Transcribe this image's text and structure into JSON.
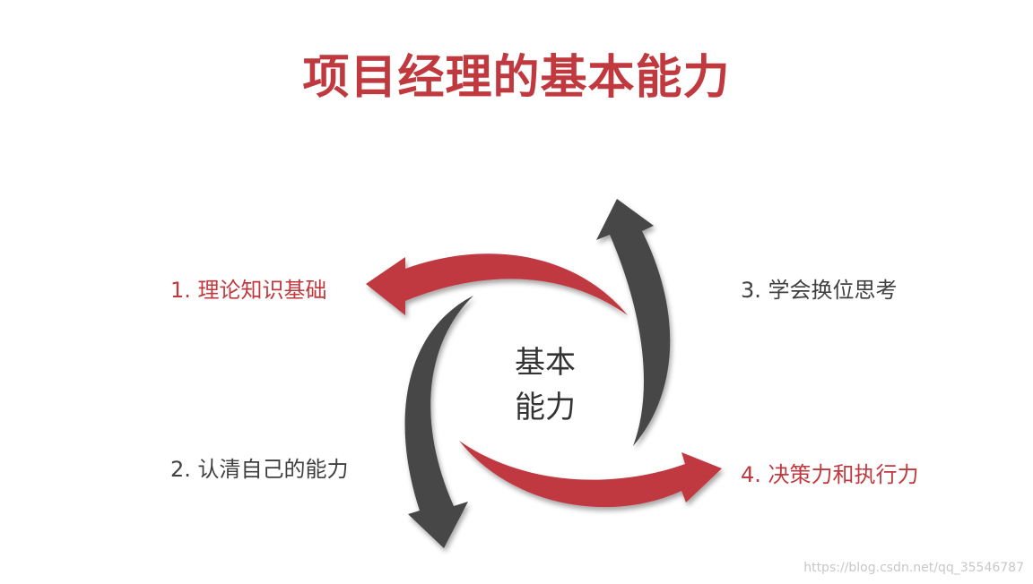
{
  "title": "项目经理的基本能力",
  "center": {
    "line1": "基本",
    "line2": "能力"
  },
  "items": [
    {
      "text": "1. 理论知识基础",
      "color": "#c0393f"
    },
    {
      "text": "2. 认清自己的能力",
      "color": "#404040"
    },
    {
      "text": "3. 学会换位思考",
      "color": "#404040"
    },
    {
      "text": "4. 决策力和执行力",
      "color": "#c0393f"
    }
  ],
  "colors": {
    "accent_red": "#c0393f",
    "arrow_dark": "#474747"
  },
  "watermark": "https://blog.csdn.net/qq_35546787"
}
